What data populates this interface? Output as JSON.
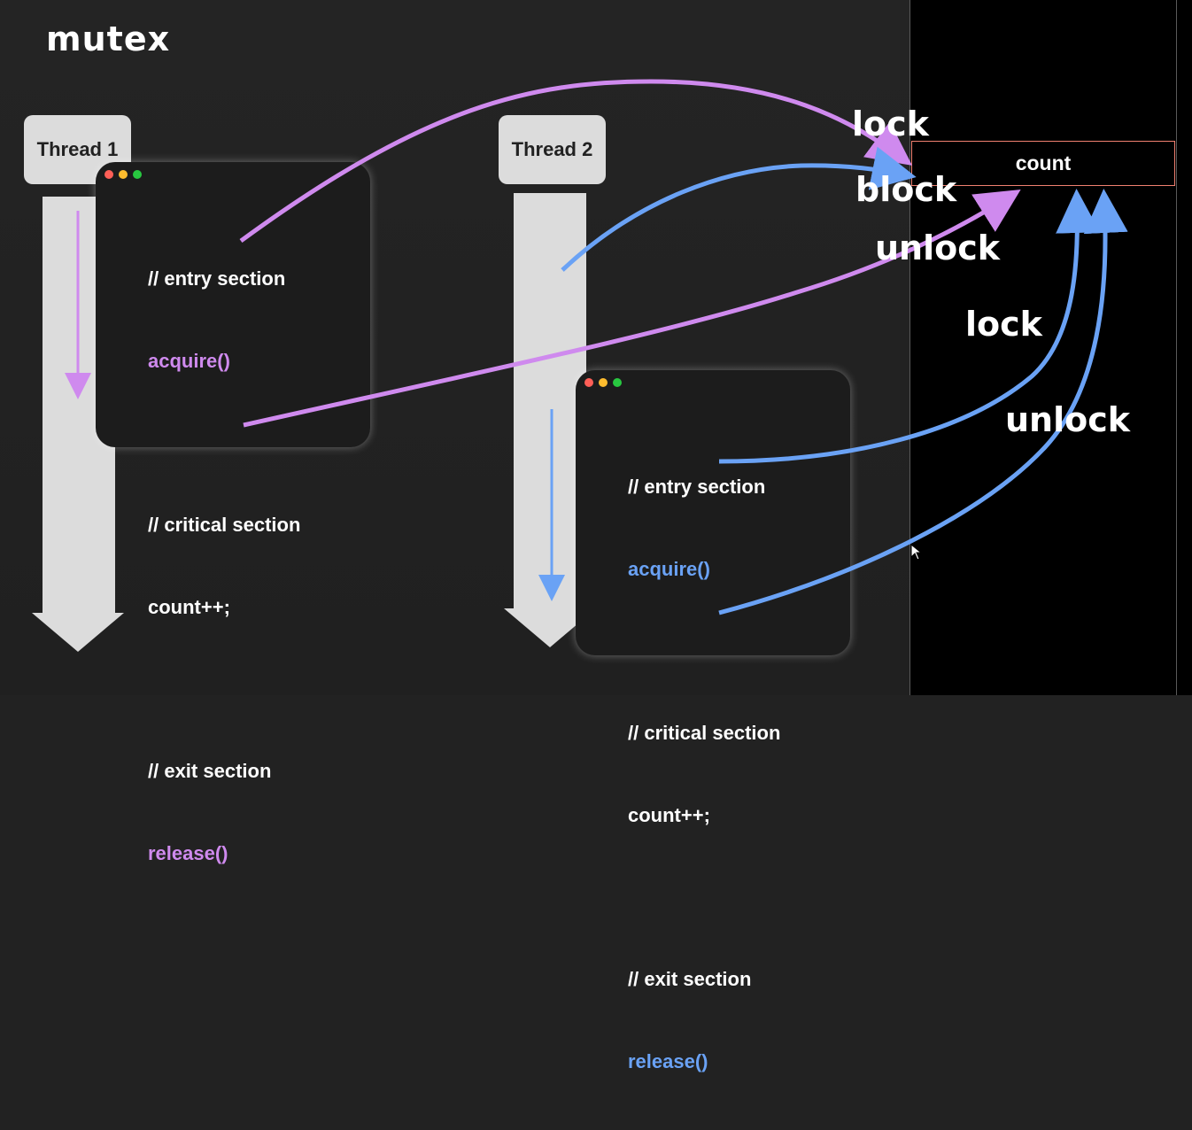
{
  "title": "mutex",
  "colors": {
    "thread1_accent": "#cf8aee",
    "thread2_accent": "#6aa2f5",
    "resource_border": "#f08070"
  },
  "threads": [
    {
      "label": "Thread 1",
      "code": {
        "entry_comment": "// entry section",
        "entry_call": "acquire()",
        "critical_comment": "// critical section",
        "critical_stmt": "count++;",
        "exit_comment": "// exit section",
        "exit_call": "release()"
      }
    },
    {
      "label": "Thread 2",
      "code": {
        "entry_comment": "// entry section",
        "entry_call": "acquire()",
        "critical_comment": "// critical section",
        "critical_stmt": "count++;",
        "exit_comment": "// exit section",
        "exit_call": "release()"
      }
    }
  ],
  "resource": {
    "label": "count"
  },
  "annotations": {
    "t1_lock": "lock",
    "t2_block": "block",
    "t1_unlock": "unlock",
    "t2_lock": "lock",
    "t2_unlock": "unlock"
  }
}
